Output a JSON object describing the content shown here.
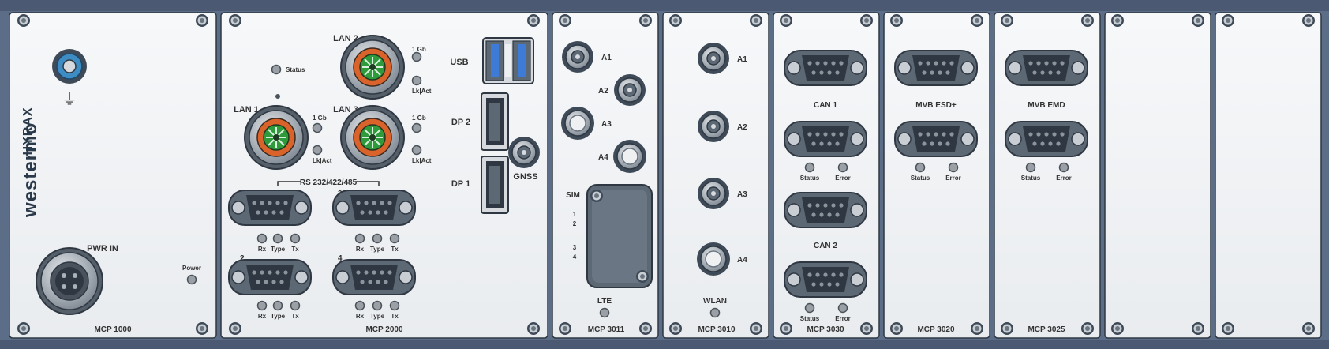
{
  "brand": {
    "name": "westermo",
    "product": "HYRAX"
  },
  "colors": {
    "frame": "#5b6d87",
    "panel": "#f2f4f6",
    "port_orange": "#d9632a",
    "port_green": "#2e9a3b",
    "earth_blue": "#3d8cc4",
    "led": "#9aa0a6"
  },
  "modules": [
    {
      "name": "MCP 1000"
    },
    {
      "name": "MCP 2000"
    },
    {
      "name": "MCP 3011"
    },
    {
      "name": "MCP 3010"
    },
    {
      "name": "MCP 3030"
    },
    {
      "name": "MCP 3020"
    },
    {
      "name": "MCP 3025"
    }
  ],
  "mcp1000": {
    "pwr_in": "PWR IN",
    "power_led": "Power",
    "earth_symbol": "⏚"
  },
  "mcp2000": {
    "status": "Status",
    "lan": [
      {
        "name": "LAN 1",
        "speed": "1 Gb",
        "link": "Lk|Act"
      },
      {
        "name": "LAN 2",
        "speed": "1 Gb",
        "link": "Lk|Act"
      },
      {
        "name": "LAN 3",
        "speed": "1 Gb",
        "link": "Lk|Act"
      }
    ],
    "rs_header": "RS 232/422/485",
    "serial": [
      {
        "num": "1"
      },
      {
        "num": "3"
      },
      {
        "num": "2"
      },
      {
        "num": "4"
      }
    ],
    "serial_leds": [
      "Rx",
      "Type",
      "Tx"
    ],
    "usb": "USB",
    "dp2": "DP 2",
    "dp1": "DP 1",
    "gnss": "GNSS"
  },
  "mcp3011": {
    "antennas": [
      "A1",
      "A2",
      "A3",
      "A4"
    ],
    "sim": "SIM",
    "sim_slots": [
      "1",
      "2",
      "3",
      "4"
    ],
    "lte": "LTE"
  },
  "mcp3010": {
    "antennas": [
      "A1",
      "A2",
      "A3",
      "A4"
    ],
    "wlan": "WLAN"
  },
  "mcp3030": {
    "can1": "CAN 1",
    "can2": "CAN 2",
    "status": "Status",
    "error": "Error"
  },
  "mcp3020": {
    "title": "MVB ESD+",
    "status": "Status",
    "error": "Error"
  },
  "mcp3025": {
    "title": "MVB EMD",
    "status": "Status",
    "error": "Error"
  }
}
